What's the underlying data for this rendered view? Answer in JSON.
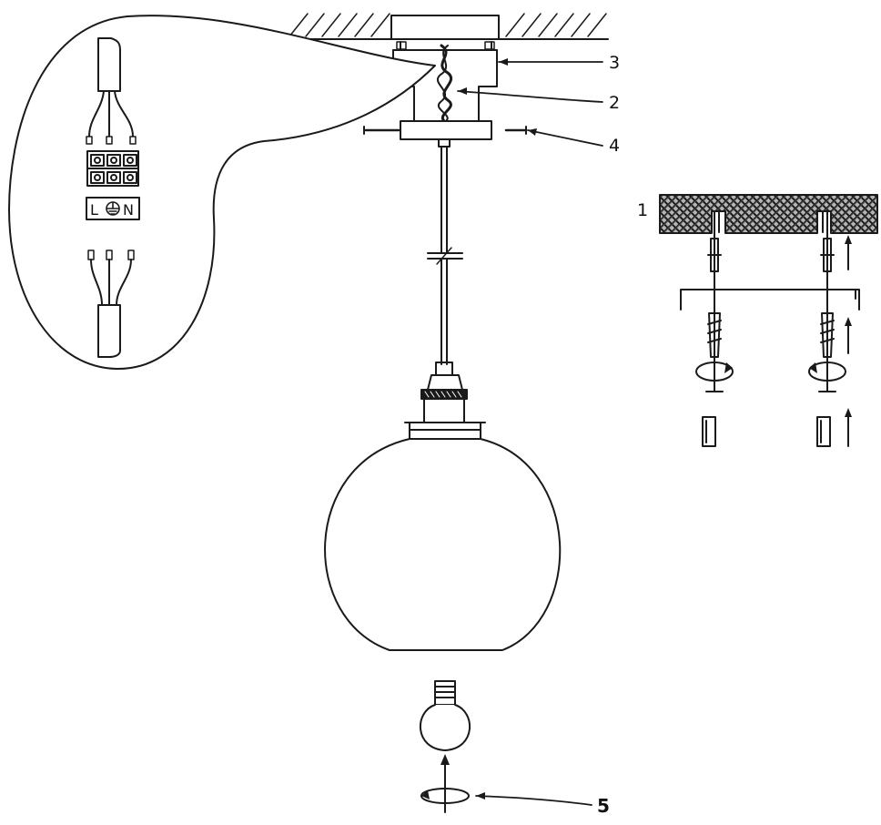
{
  "callouts": {
    "canopy": "3",
    "cable": "2",
    "screws": "4",
    "mounting_bracket": "1",
    "bulb": "5"
  },
  "terminal_block": {
    "live": "L",
    "earth_symbol": "earth-icon",
    "neutral": "N"
  },
  "colors": {
    "line": "#1a1a1a",
    "hatch_fill": "#b5b5b5"
  }
}
